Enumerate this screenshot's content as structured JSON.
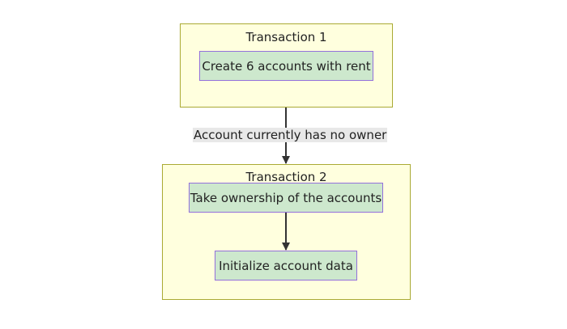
{
  "clusters": {
    "transaction1": {
      "title": "Transaction 1"
    },
    "transaction2": {
      "title": "Transaction 2"
    }
  },
  "nodes": {
    "create_accounts": "Create 6 accounts with rent",
    "take_ownership": "Take ownership of the accounts",
    "initialize_data": "Initialize account data"
  },
  "edges": {
    "t1_to_t2_label": "Account currently has no owner"
  },
  "colors": {
    "cluster_fill": "#ffffde",
    "cluster_border": "#aaaa33",
    "node_fill": "#cde8cd",
    "node_border": "#9370db",
    "edge": "#333333",
    "edge_label_bg": "#e8e8e8"
  }
}
